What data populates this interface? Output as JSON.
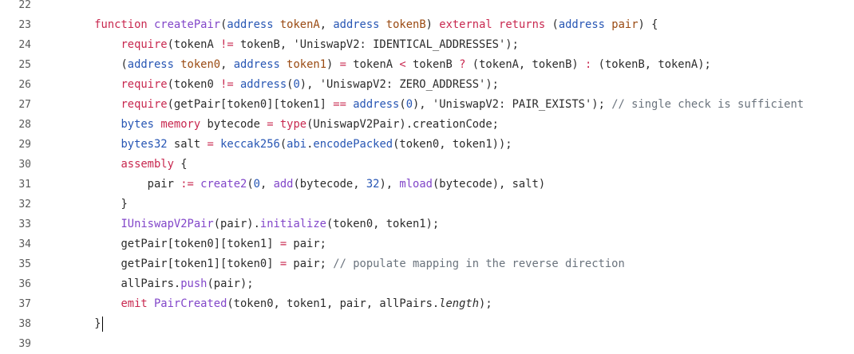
{
  "editor": {
    "caret_line": 38,
    "lines": [
      {
        "num": "22",
        "tokens": []
      },
      {
        "num": "23",
        "tokens": [
          [
            "n",
            "    "
          ],
          [
            "k",
            "function"
          ],
          [
            "n",
            " "
          ],
          [
            "f",
            "createPair"
          ],
          [
            "n",
            "("
          ],
          [
            "t",
            "address"
          ],
          [
            "n",
            " "
          ],
          [
            "p",
            "tokenA"
          ],
          [
            "n",
            ", "
          ],
          [
            "t",
            "address"
          ],
          [
            "n",
            " "
          ],
          [
            "p",
            "tokenB"
          ],
          [
            "n",
            ") "
          ],
          [
            "k",
            "external"
          ],
          [
            "n",
            " "
          ],
          [
            "k",
            "returns"
          ],
          [
            "n",
            " ("
          ],
          [
            "t",
            "address"
          ],
          [
            "n",
            " "
          ],
          [
            "p",
            "pair"
          ],
          [
            "n",
            ") {"
          ]
        ]
      },
      {
        "num": "24",
        "tokens": [
          [
            "n",
            "        "
          ],
          [
            "k",
            "require"
          ],
          [
            "n",
            "(tokenA "
          ],
          [
            "o",
            "!="
          ],
          [
            "n",
            " tokenB, "
          ],
          [
            "s",
            "'UniswapV2: IDENTICAL_ADDRESSES'"
          ],
          [
            "n",
            ");"
          ]
        ]
      },
      {
        "num": "25",
        "tokens": [
          [
            "n",
            "        ("
          ],
          [
            "t",
            "address"
          ],
          [
            "n",
            " "
          ],
          [
            "p",
            "token0"
          ],
          [
            "n",
            ", "
          ],
          [
            "t",
            "address"
          ],
          [
            "n",
            " "
          ],
          [
            "p",
            "token1"
          ],
          [
            "n",
            ") "
          ],
          [
            "o",
            "="
          ],
          [
            "n",
            " tokenA "
          ],
          [
            "o",
            "<"
          ],
          [
            "n",
            " tokenB "
          ],
          [
            "o",
            "?"
          ],
          [
            "n",
            " (tokenA, tokenB) "
          ],
          [
            "o",
            ":"
          ],
          [
            "n",
            " (tokenB, tokenA);"
          ]
        ]
      },
      {
        "num": "26",
        "tokens": [
          [
            "n",
            "        "
          ],
          [
            "k",
            "require"
          ],
          [
            "n",
            "(token0 "
          ],
          [
            "o",
            "!="
          ],
          [
            "n",
            " "
          ],
          [
            "t",
            "address"
          ],
          [
            "n",
            "("
          ],
          [
            "num",
            "0"
          ],
          [
            "n",
            "), "
          ],
          [
            "s",
            "'UniswapV2: ZERO_ADDRESS'"
          ],
          [
            "n",
            ");"
          ]
        ]
      },
      {
        "num": "27",
        "tokens": [
          [
            "n",
            "        "
          ],
          [
            "k",
            "require"
          ],
          [
            "n",
            "(getPair[token0][token1] "
          ],
          [
            "o",
            "=="
          ],
          [
            "n",
            " "
          ],
          [
            "t",
            "address"
          ],
          [
            "n",
            "("
          ],
          [
            "num",
            "0"
          ],
          [
            "n",
            "), "
          ],
          [
            "s",
            "'UniswapV2: PAIR_EXISTS'"
          ],
          [
            "n",
            "); "
          ],
          [
            "c",
            "// single check is sufficient"
          ]
        ]
      },
      {
        "num": "28",
        "tokens": [
          [
            "n",
            "        "
          ],
          [
            "t",
            "bytes"
          ],
          [
            "n",
            " "
          ],
          [
            "k",
            "memory"
          ],
          [
            "n",
            " bytecode "
          ],
          [
            "o",
            "="
          ],
          [
            "n",
            " "
          ],
          [
            "k",
            "type"
          ],
          [
            "n",
            "(UniswapV2Pair).creationCode;"
          ]
        ]
      },
      {
        "num": "29",
        "tokens": [
          [
            "n",
            "        "
          ],
          [
            "t",
            "bytes32"
          ],
          [
            "n",
            " salt "
          ],
          [
            "o",
            "="
          ],
          [
            "n",
            " "
          ],
          [
            "t",
            "keccak256"
          ],
          [
            "n",
            "("
          ],
          [
            "t",
            "abi"
          ],
          [
            "n",
            "."
          ],
          [
            "t",
            "encodePacked"
          ],
          [
            "n",
            "(token0, token1));"
          ]
        ]
      },
      {
        "num": "30",
        "tokens": [
          [
            "n",
            "        "
          ],
          [
            "k",
            "assembly"
          ],
          [
            "n",
            " {"
          ]
        ]
      },
      {
        "num": "31",
        "tokens": [
          [
            "n",
            "            pair "
          ],
          [
            "o",
            ":="
          ],
          [
            "n",
            " "
          ],
          [
            "f",
            "create2"
          ],
          [
            "n",
            "("
          ],
          [
            "num",
            "0"
          ],
          [
            "n",
            ", "
          ],
          [
            "f",
            "add"
          ],
          [
            "n",
            "(bytecode, "
          ],
          [
            "num",
            "32"
          ],
          [
            "n",
            "), "
          ],
          [
            "f",
            "mload"
          ],
          [
            "n",
            "(bytecode), salt)"
          ]
        ]
      },
      {
        "num": "32",
        "tokens": [
          [
            "n",
            "        }"
          ]
        ]
      },
      {
        "num": "33",
        "tokens": [
          [
            "n",
            "        "
          ],
          [
            "f",
            "IUniswapV2Pair"
          ],
          [
            "n",
            "(pair)."
          ],
          [
            "f",
            "initialize"
          ],
          [
            "n",
            "(token0, token1);"
          ]
        ]
      },
      {
        "num": "34",
        "tokens": [
          [
            "n",
            "        getPair[token0][token1] "
          ],
          [
            "o",
            "="
          ],
          [
            "n",
            " pair;"
          ]
        ]
      },
      {
        "num": "35",
        "tokens": [
          [
            "n",
            "        getPair[token1][token0] "
          ],
          [
            "o",
            "="
          ],
          [
            "n",
            " pair; "
          ],
          [
            "c",
            "// populate mapping in the reverse direction"
          ]
        ]
      },
      {
        "num": "36",
        "tokens": [
          [
            "n",
            "        allPairs."
          ],
          [
            "f",
            "push"
          ],
          [
            "n",
            "(pair);"
          ]
        ]
      },
      {
        "num": "37",
        "tokens": [
          [
            "n",
            "        "
          ],
          [
            "k",
            "emit"
          ],
          [
            "n",
            " "
          ],
          [
            "f",
            "PairCreated"
          ],
          [
            "n",
            "(token0, token1, pair, allPairs."
          ],
          [
            "i",
            "length"
          ],
          [
            "n",
            ");"
          ]
        ]
      },
      {
        "num": "38",
        "tokens": [
          [
            "n",
            "    }"
          ]
        ]
      },
      {
        "num": "39",
        "tokens": []
      }
    ]
  }
}
